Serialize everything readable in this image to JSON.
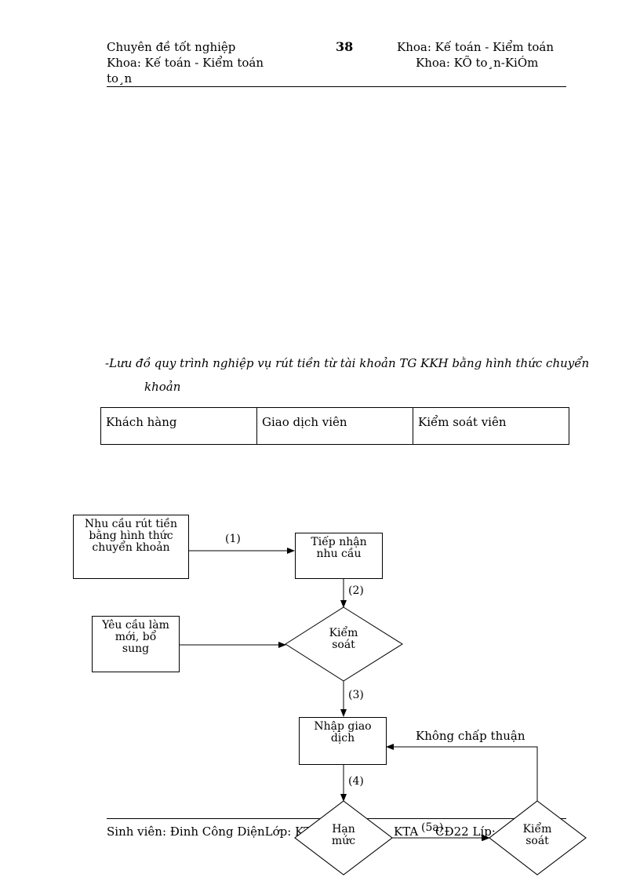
{
  "header": {
    "left_line1": "Chuyên  đề tốt nghiệp",
    "left_line2": "Khoa: Kế toán - Kiểm toán",
    "left_line3": "to¸n",
    "page_number": "38",
    "right_line1": "Khoa: Kế toán - Kiểm toán",
    "right_line2": "Khoa: KÕ to¸n-KiÓm"
  },
  "caption": {
    "line1": "-Lưu đồ quy trình nghiệp vụ rút tiền từ tài khoản TG KKH bằng hình thức chuyển",
    "line2": "khoản"
  },
  "lanes": [
    "Khách hàng",
    "Giao dịch viên",
    "Kiểm soát viên"
  ],
  "flow": {
    "box_need": [
      "Nhu cầu rút tiền",
      "bằng hình thức",
      "chuyển khoản"
    ],
    "box_receive": [
      "Tiếp nhận",
      "nhu cầu"
    ],
    "box_request": [
      "Yêu cầu làm",
      "mới, bổ",
      "sung"
    ],
    "diamond_check": [
      "Kiểm",
      "soát"
    ],
    "box_entry": [
      "Nhập giao",
      "dịch"
    ],
    "diamond_limit": [
      "Hạn",
      "mức"
    ],
    "diamond_control": [
      "Kiểm",
      "soát"
    ],
    "step1": "(1)",
    "step2": "(2)",
    "step3": "(3)",
    "step4": "(4)",
    "step5a": "(5a)",
    "reject": "Không chấp thuận"
  },
  "footer": {
    "part1": "Sinh viên: Đinh Công DiệnLớp: KT",
    "part2": "KTA",
    "part3": "CĐ22 Líp:"
  }
}
